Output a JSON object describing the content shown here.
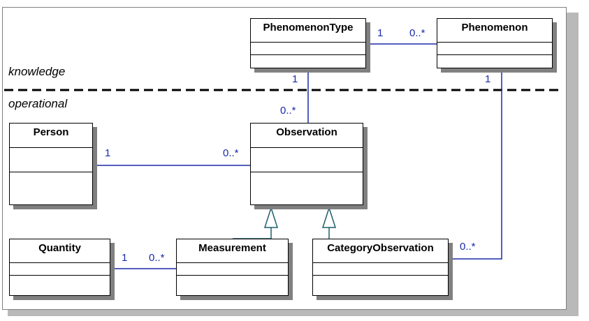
{
  "zones": {
    "upper": "knowledge",
    "lower": "operational"
  },
  "classes": {
    "phenomenon_type": "PhenomenonType",
    "phenomenon": "Phenomenon",
    "person": "Person",
    "observation": "Observation",
    "quantity": "Quantity",
    "measurement": "Measurement",
    "category_observation": "CategoryObservation"
  },
  "associations": {
    "type_phenomenon": {
      "source": "1",
      "target": "0..*"
    },
    "type_observation": {
      "source": "1",
      "target": "0..*"
    },
    "person_observation": {
      "source": "1",
      "target": "0..*"
    },
    "quantity_measurement": {
      "source": "1",
      "target": "0..*"
    },
    "phenomenon_category": {
      "source": "1",
      "target": "0..*"
    }
  },
  "colors": {
    "association_line": "#1a2aa8",
    "generalization_line": "#1f5f6a",
    "class_border": "#000000",
    "shadow": "#808080"
  }
}
